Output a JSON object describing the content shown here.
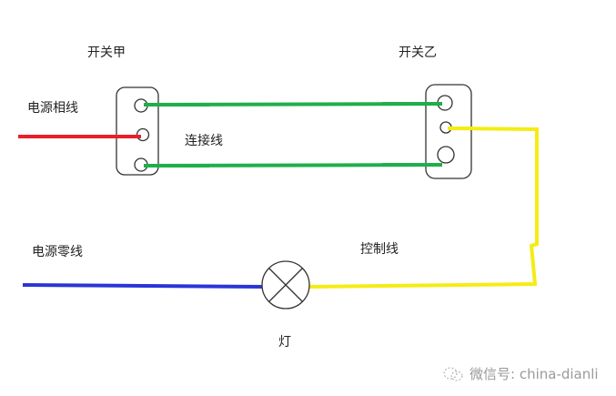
{
  "labels": {
    "switch_a": "开关甲",
    "switch_b": "开关乙",
    "live_wire": "电源相线",
    "connecting_wire": "连接线",
    "neutral_wire": "电源零线",
    "control_wire": "控制线",
    "lamp": "灯"
  },
  "watermark": {
    "text": "微信号: china-dianli",
    "icon": "wechat-icon"
  },
  "colors": {
    "live": "#e8202a",
    "connecting": "#1fae4b",
    "neutral": "#2a35d6",
    "control": "#f5ec14",
    "outline": "#333333"
  }
}
